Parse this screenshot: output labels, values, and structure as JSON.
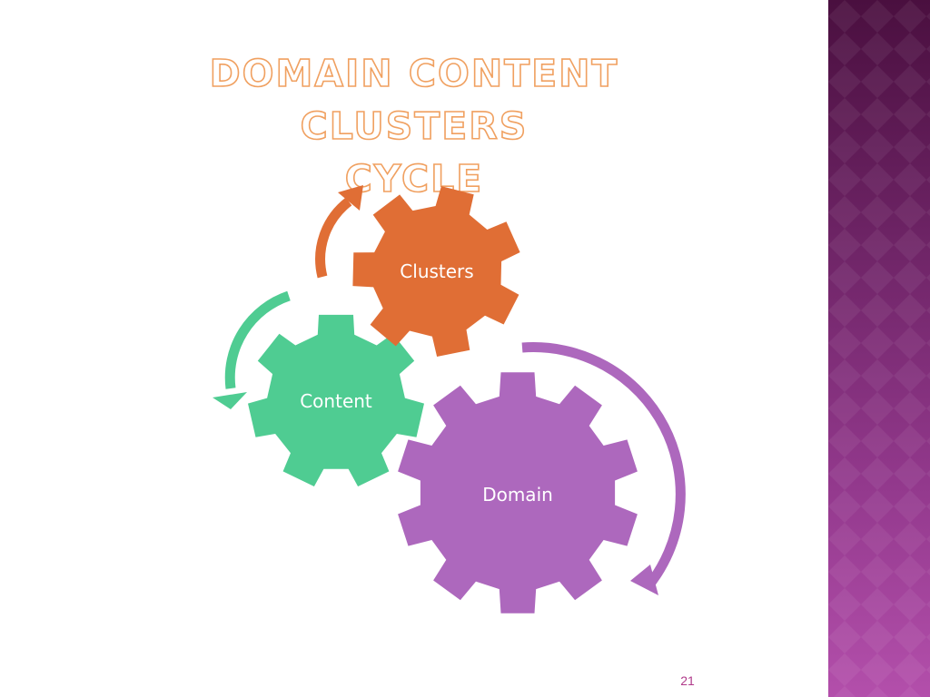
{
  "slide": {
    "title_line1": "Domain Content Clusters",
    "title_line2": "Cycle",
    "page_number": "21"
  },
  "diagram": {
    "nodes": [
      {
        "id": "domain",
        "label": "Domain",
        "color": "#ad68bd"
      },
      {
        "id": "content",
        "label": "Content",
        "color": "#4fcc92"
      },
      {
        "id": "clusters",
        "label": "Clusters",
        "color": "#e06e35"
      }
    ]
  },
  "colors": {
    "side_band_top": "#4a0f3f",
    "side_band_bottom": "#b34fab",
    "title_outline": "#f0a060",
    "page_number": "#b03a8a"
  }
}
